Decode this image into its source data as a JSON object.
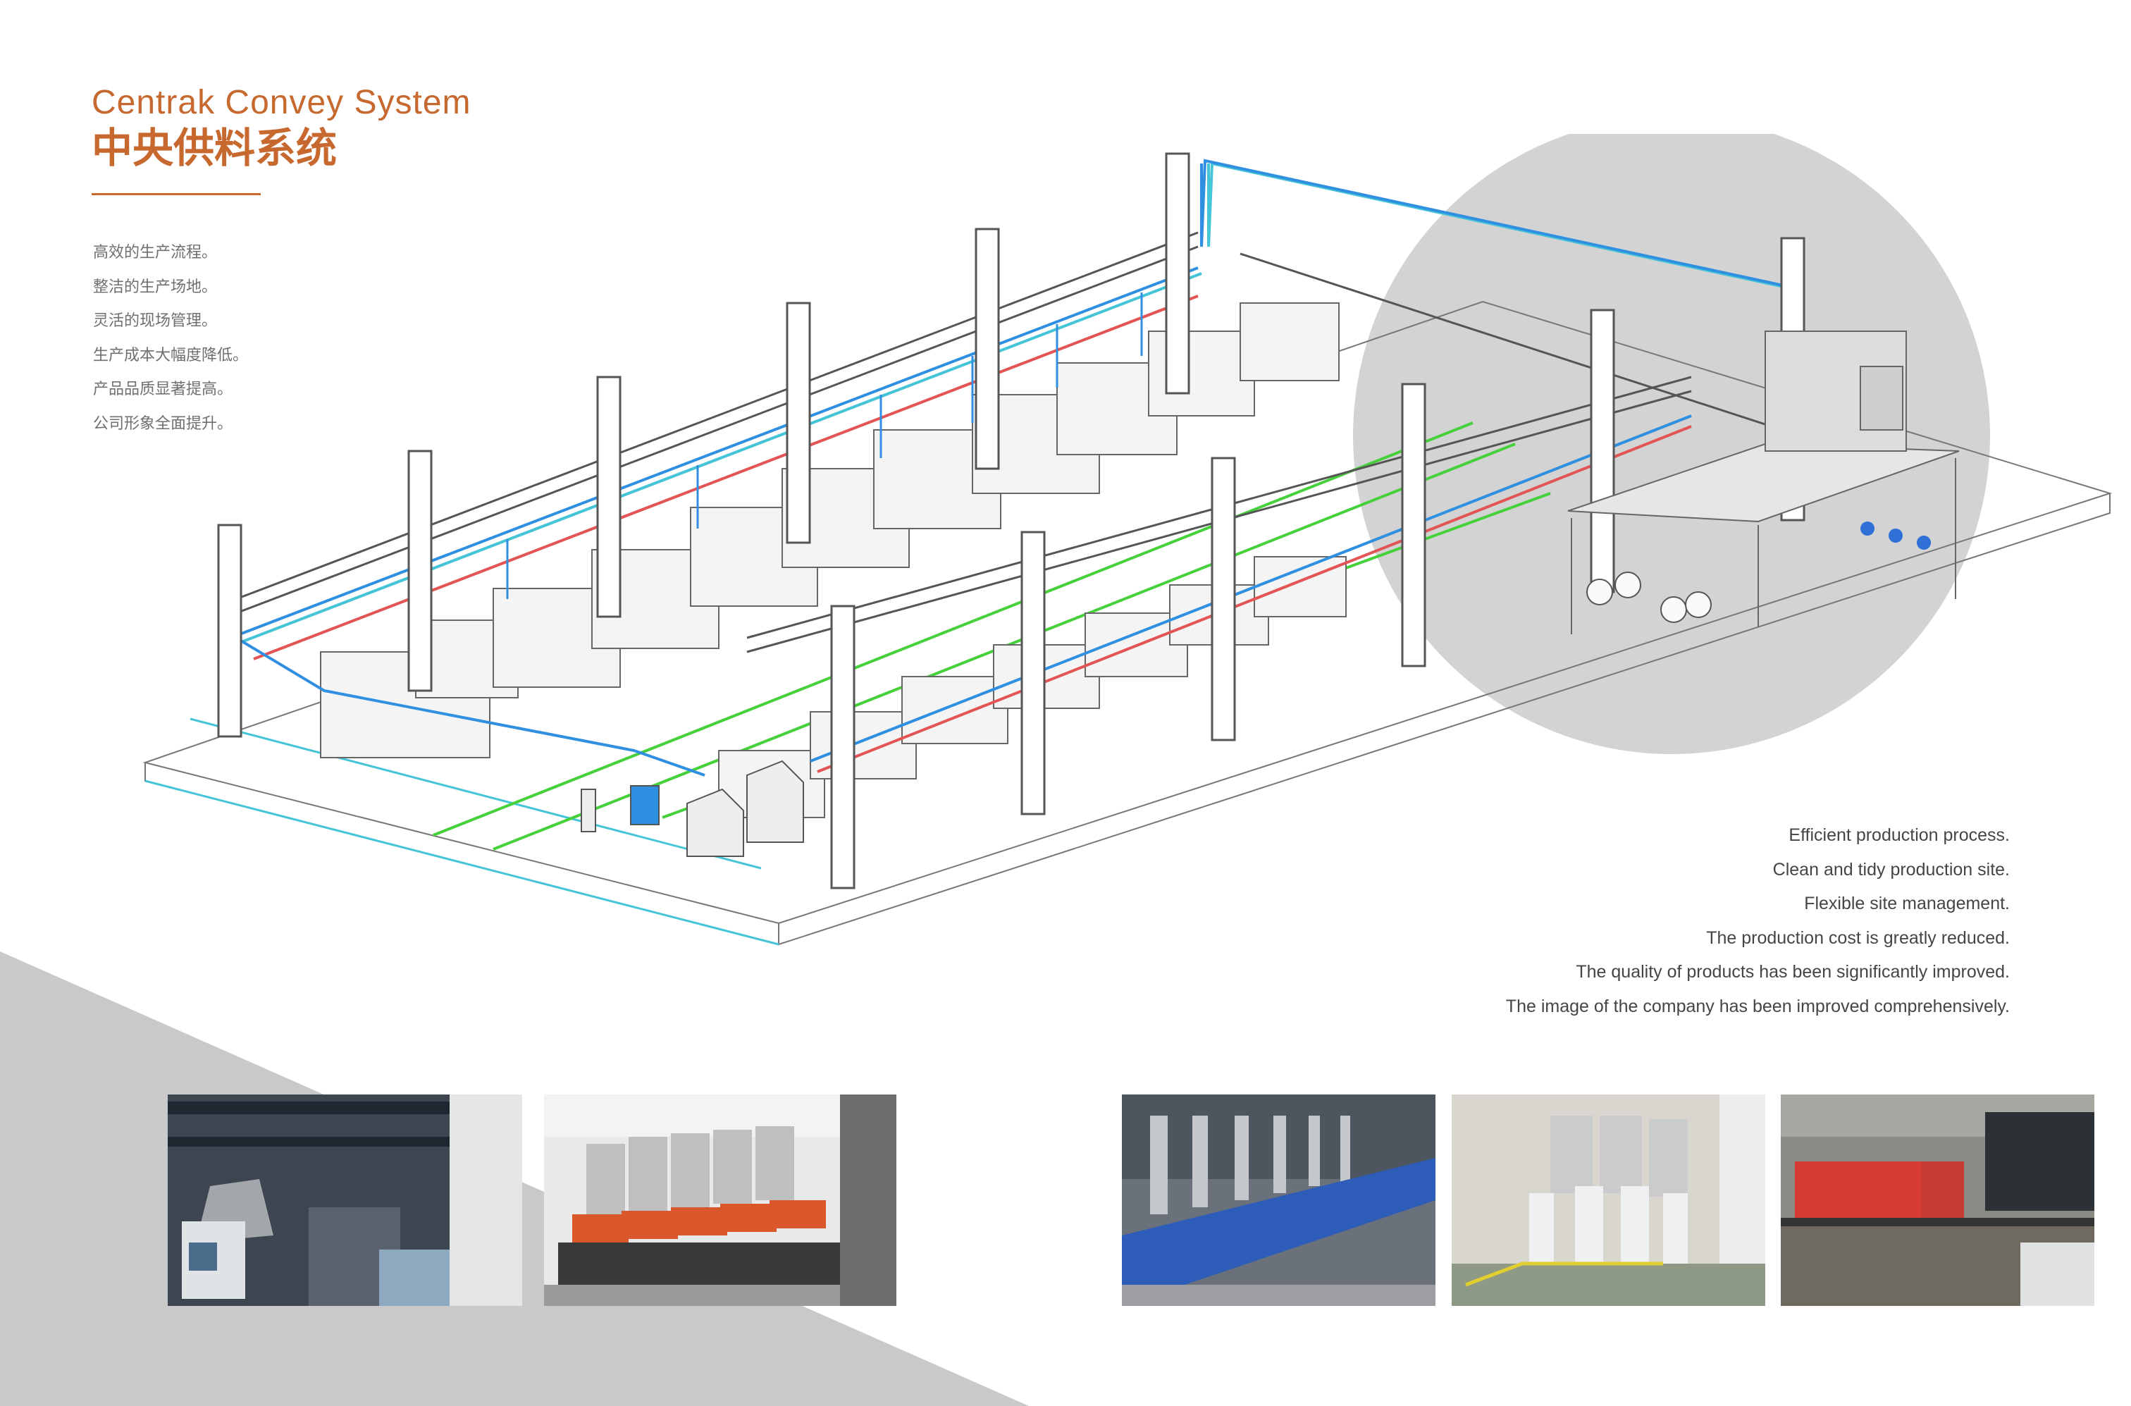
{
  "header": {
    "title_en": "Centrak Convey System",
    "title_zh": "中央供料系统"
  },
  "features_zh": [
    "高效的生产流程。",
    "整洁的生产场地。",
    "灵活的现场管理。",
    "生产成本大幅度降低。",
    "产品品质显著提高。",
    "公司形象全面提升。"
  ],
  "features_en": [
    "Efficient production process.",
    "Clean and tidy production site.",
    "Flexible site management.",
    "The production cost is greatly reduced.",
    "The quality of products has been significantly improved.",
    "The image of the company has been improved comprehensively."
  ],
  "colors": {
    "accent": "#c7682e",
    "body_text": "#6f6f6f",
    "en_text": "#454545",
    "wedge_gray": "#c9c9c9",
    "circle_gray": "#d3d3d3",
    "pipe_blue": "#2f8fe0",
    "pipe_cyan": "#45c4d8",
    "pipe_red": "#e35555",
    "floor_green": "#46d13c"
  },
  "photos": [
    {
      "name": "photo-loader-station"
    },
    {
      "name": "photo-dryer-hoppers"
    },
    {
      "name": "photo-machine-line"
    },
    {
      "name": "photo-dryer-room"
    },
    {
      "name": "photo-vacuum-station"
    }
  ]
}
